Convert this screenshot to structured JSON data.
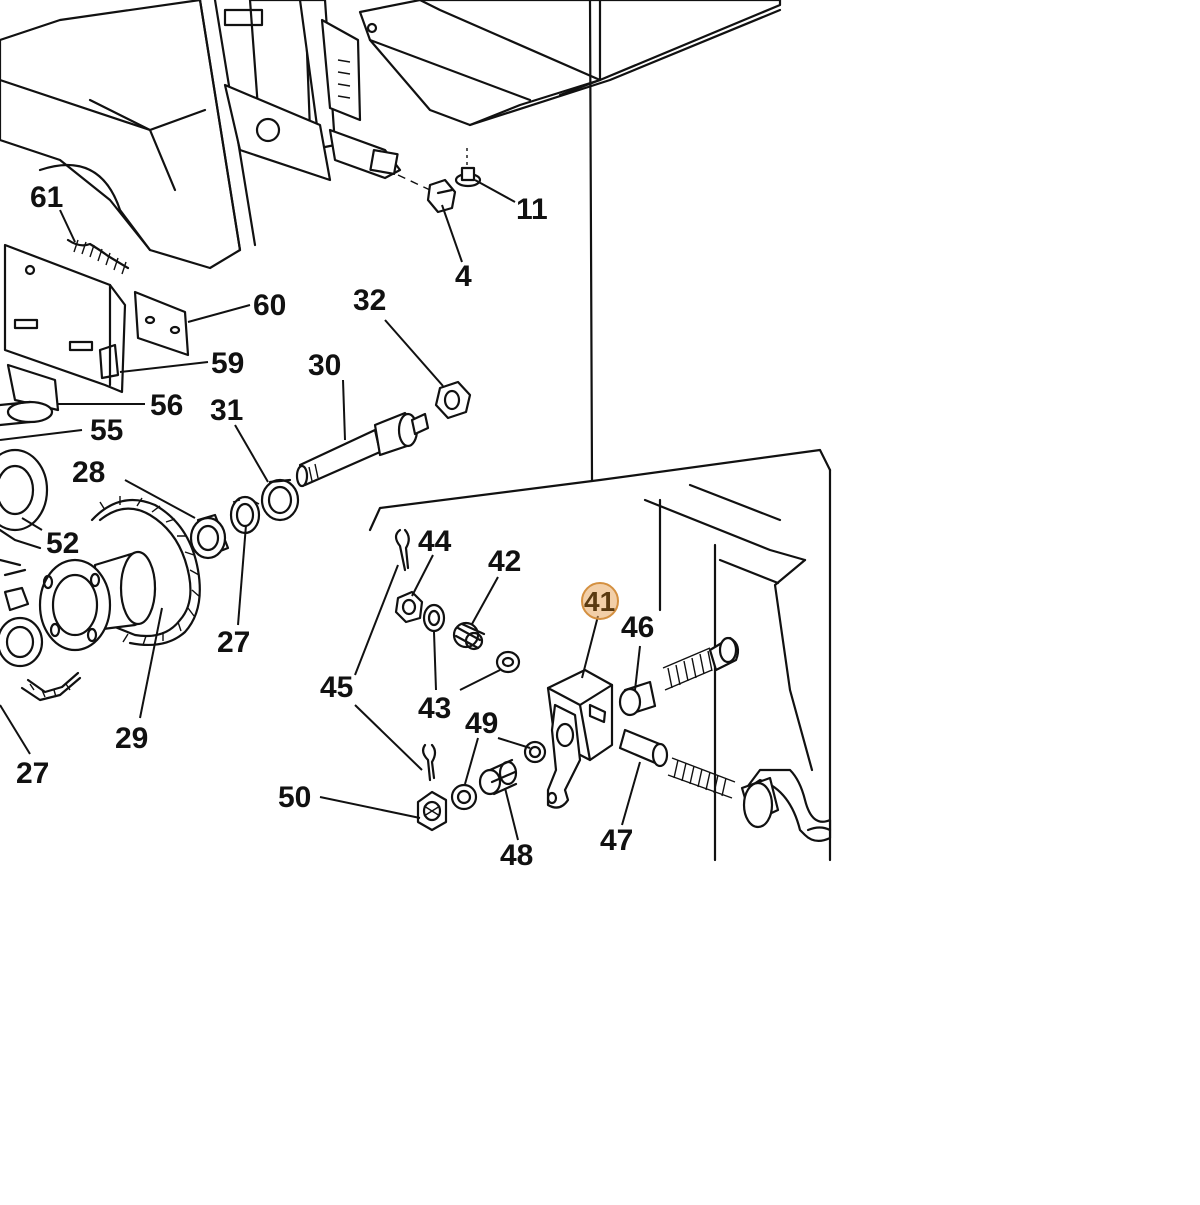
{
  "diagram": {
    "callouts": [
      {
        "id": "c61",
        "label": "61"
      },
      {
        "id": "c11",
        "label": "11"
      },
      {
        "id": "c4",
        "label": "4"
      },
      {
        "id": "c60",
        "label": "60"
      },
      {
        "id": "c32",
        "label": "32"
      },
      {
        "id": "c59",
        "label": "59"
      },
      {
        "id": "c30",
        "label": "30"
      },
      {
        "id": "c56",
        "label": "56"
      },
      {
        "id": "c31",
        "label": "31"
      },
      {
        "id": "c55",
        "label": "55"
      },
      {
        "id": "c28",
        "label": "28"
      },
      {
        "id": "c52",
        "label": "52"
      },
      {
        "id": "c44",
        "label": "44"
      },
      {
        "id": "c42",
        "label": "42"
      },
      {
        "id": "c41",
        "label": "41"
      },
      {
        "id": "c46",
        "label": "46"
      },
      {
        "id": "c27a",
        "label": "27"
      },
      {
        "id": "c45",
        "label": "45"
      },
      {
        "id": "c43",
        "label": "43"
      },
      {
        "id": "c49",
        "label": "49"
      },
      {
        "id": "c29",
        "label": "29"
      },
      {
        "id": "c27b",
        "label": "27"
      },
      {
        "id": "c50",
        "label": "50"
      },
      {
        "id": "c47",
        "label": "47"
      },
      {
        "id": "c48",
        "label": "48"
      }
    ],
    "highlighted_callout": "41",
    "highlight_color": "#e8a860"
  }
}
